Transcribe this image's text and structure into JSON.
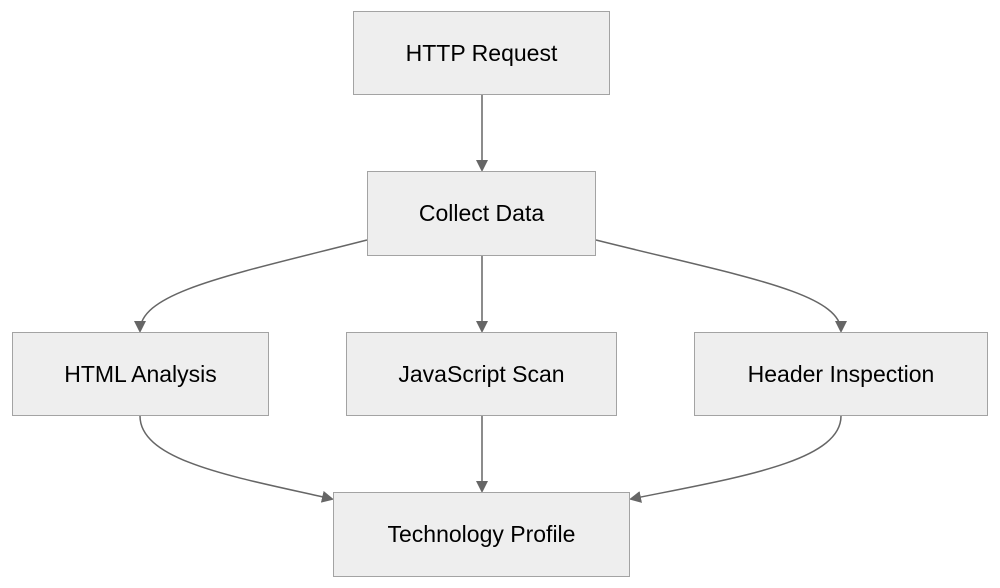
{
  "diagram": {
    "type": "flowchart",
    "colors": {
      "node_fill": "#eeeeee",
      "node_border": "#a3a3a3",
      "edge": "#666666",
      "text": "#000000"
    },
    "nodes": {
      "request": "HTTP Request",
      "collect": "Collect Data",
      "html": "HTML Analysis",
      "js": "JavaScript Scan",
      "header": "Header Inspection",
      "profile": "Technology Profile"
    },
    "edges": [
      {
        "from": "request",
        "to": "collect"
      },
      {
        "from": "collect",
        "to": "html"
      },
      {
        "from": "collect",
        "to": "js"
      },
      {
        "from": "collect",
        "to": "header"
      },
      {
        "from": "html",
        "to": "profile"
      },
      {
        "from": "js",
        "to": "profile"
      },
      {
        "from": "header",
        "to": "profile"
      }
    ]
  }
}
